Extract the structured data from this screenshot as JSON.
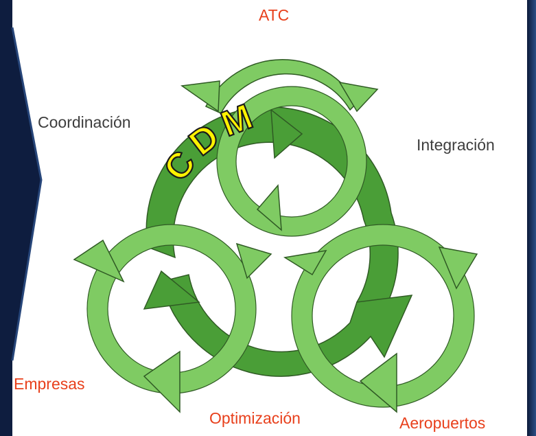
{
  "center_label": "CDM",
  "labels": {
    "atc": "ATC",
    "coordinacion": "Coordinación",
    "integracion": "Integración",
    "empresas": "Empresas",
    "optimizacion": "Optimización",
    "aeropuertos": "Aeropuertos"
  },
  "colors": {
    "light_ring": "#7fcb63",
    "dark_ring": "#4a9e37",
    "stroke": "#2f5a24",
    "accent_text": "#e8401c",
    "neutral_text": "#3d3d3d",
    "cdm_fill": "#fff200",
    "frame_dark": "#0e1d3f"
  }
}
